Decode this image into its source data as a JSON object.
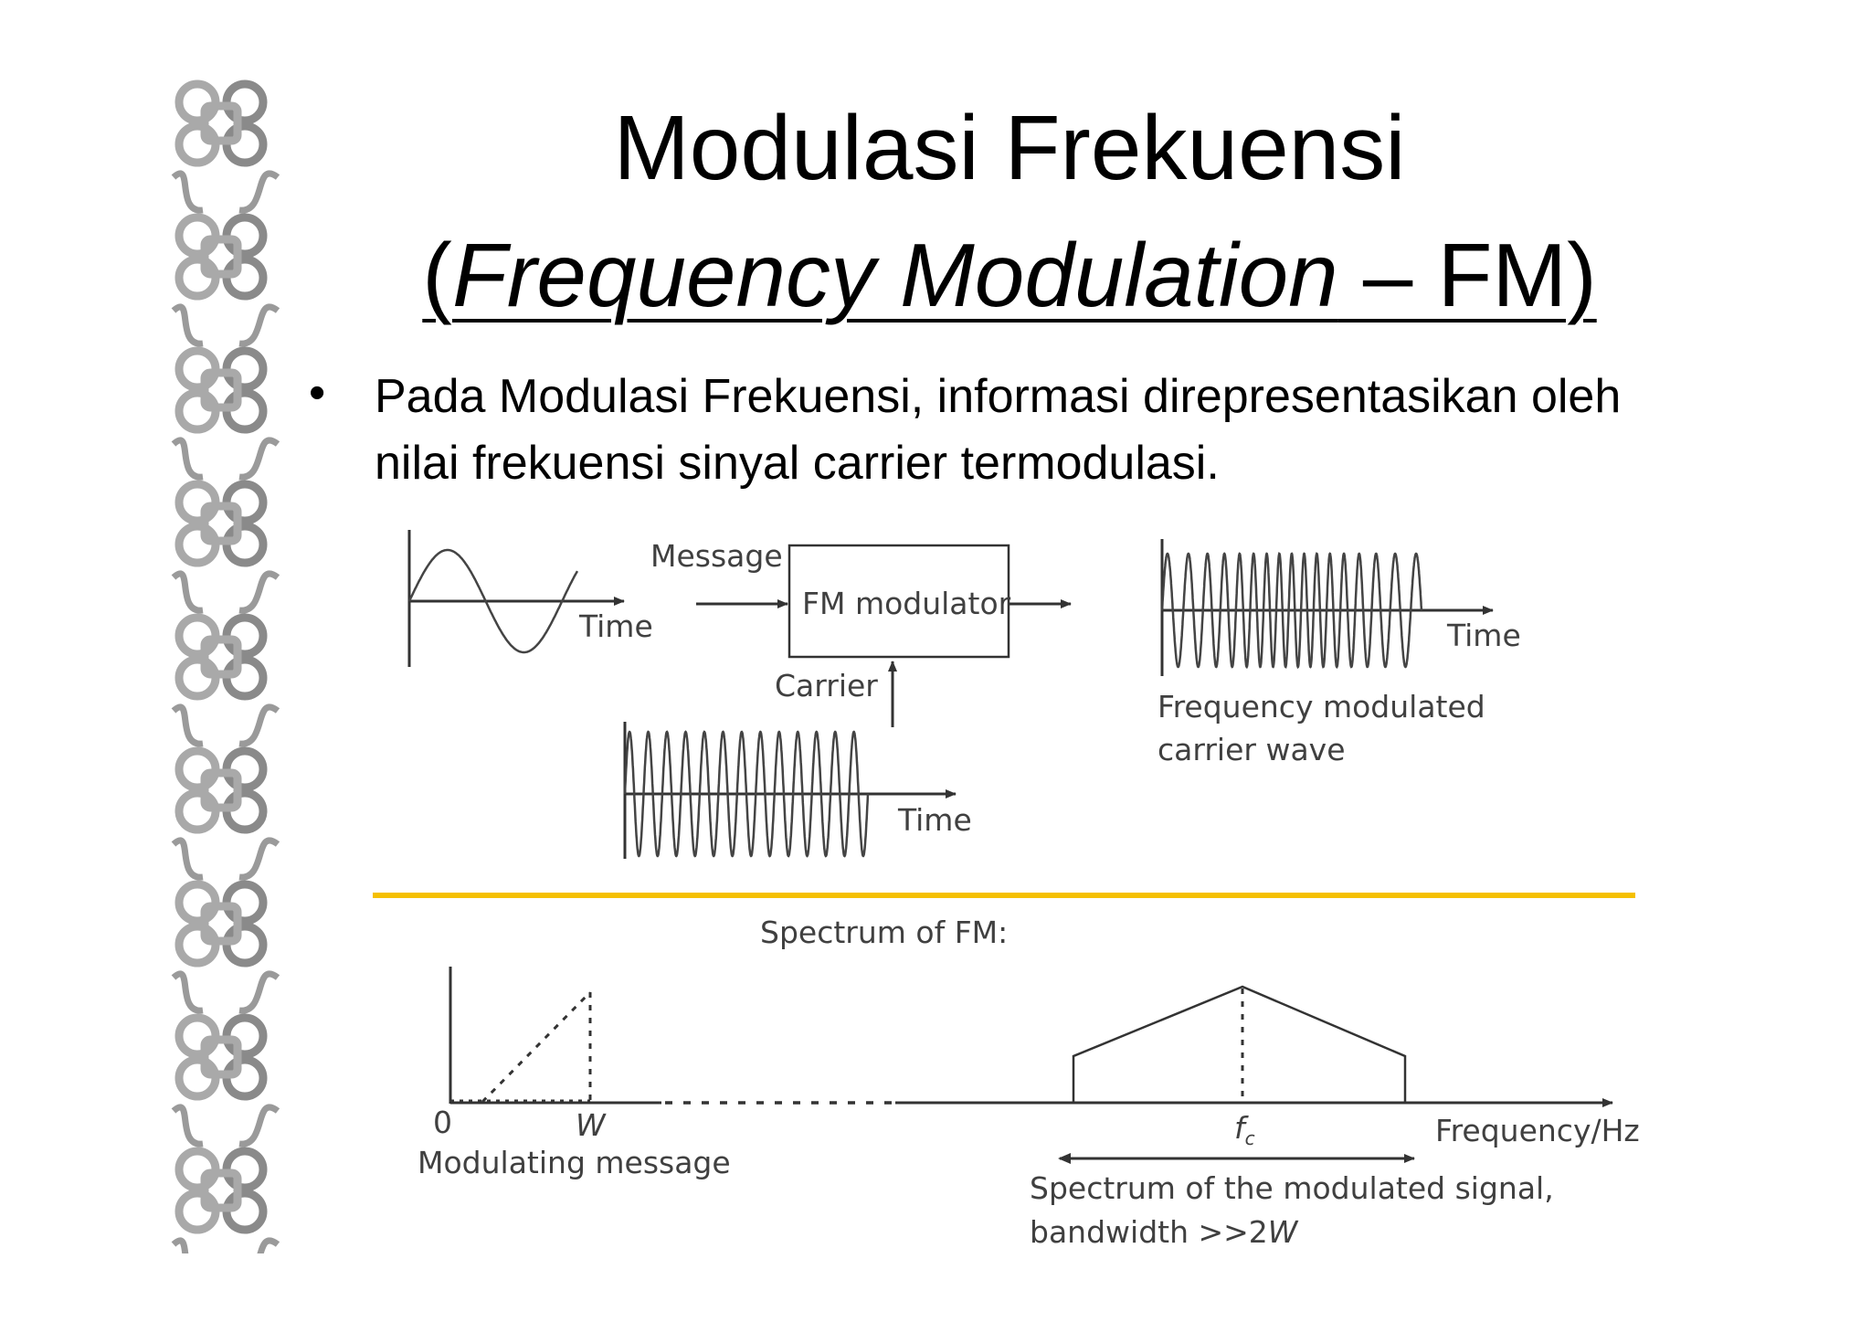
{
  "slide": {
    "title_line1": "Modulasi Frekuensi",
    "title_line2": {
      "open": "(",
      "italic": "Frequency Modulation",
      "rest": " – FM)"
    },
    "bullet_mark": "•",
    "bullet_text": "Pada Modulasi Frekuensi, informasi direpresentasikan oleh nilai frekuensi sinyal carrier termodulasi."
  },
  "diagram": {
    "message_label": "Message",
    "modulator_label": "FM modulator",
    "carrier_label": "Carrier",
    "time_label": "Time",
    "output_caption_line1": "Frequency modulated",
    "output_caption_line2": "carrier wave",
    "divider_color": "#f5c000",
    "spectrum_title": "Spectrum of FM:",
    "zero_label": "0",
    "w_label": "W",
    "fc_label": "f",
    "fc_sub": "c",
    "frequency_axis_label": "Frequency/Hz",
    "modulating_caption": "Modulating message",
    "modulated_caption_line1": "Spectrum of the modulated signal,",
    "modulated_caption_line2": "bandwidth >>2",
    "modulated_caption_w": "W"
  },
  "icons": {
    "border": "celtic-knot-ornament",
    "arrows": "arrow-head-icon"
  }
}
